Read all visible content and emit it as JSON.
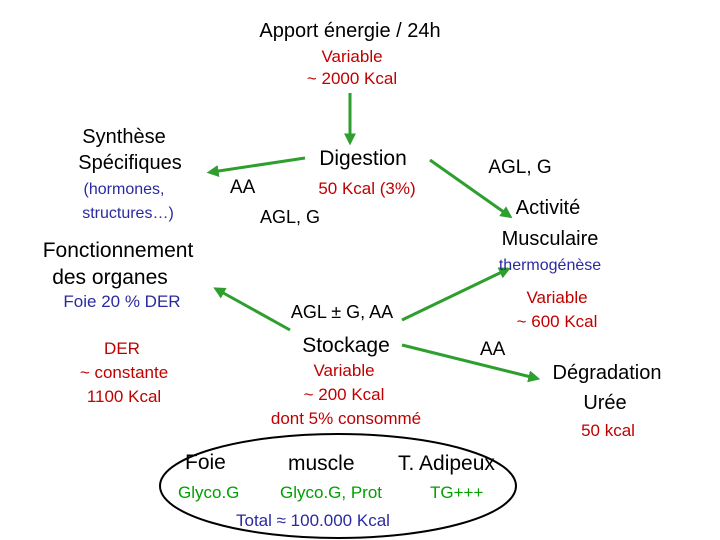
{
  "colors": {
    "text": "#000000",
    "accent_red": "#c00000",
    "accent_green": "#00a000",
    "accent_blue": "#2a2aa0",
    "arrow": "#2e9e2e",
    "reservoir_outline": "#000000"
  },
  "title": "Apport énergie / 24h",
  "intake": {
    "variable": "Variable",
    "amount": "~ 2000 Kcal"
  },
  "synthesis": {
    "title_line1": "Synthèse",
    "title_line2": "Spécifiques",
    "detail_line1": "(hormones,",
    "detail_line2": "structures…)"
  },
  "aa_left": "AA",
  "digestion": {
    "title": "Digestion",
    "cost": "50 Kcal (3%)",
    "products": "AGL, G"
  },
  "agl_g_right": "AGL, G",
  "activity": {
    "title_line1": "Activité",
    "title_line2": "Musculaire",
    "thermogenesis": "thermogénèse",
    "variable": "Variable",
    "amount": "~ 600 Kcal"
  },
  "organs": {
    "title_line1": "Fonctionnement",
    "title_line2": "des organes",
    "liver_share": "Foie 20 % DER"
  },
  "der": {
    "line1": "DER",
    "line2": "~ constante",
    "line3": "1100 Kcal"
  },
  "storage": {
    "inputs": "AGL ± G, AA",
    "title": "Stockage",
    "variable": "Variable",
    "amount": "~ 200 Kcal",
    "consumed": "dont 5% consommé"
  },
  "aa_right": "AA",
  "degradation": {
    "title_line1": "Dégradation",
    "title_line2": "Urée",
    "amount": "50 kcal"
  },
  "reserves": {
    "liver": "Foie",
    "muscle": "muscle",
    "adipose": "T. Adipeux",
    "liver_store": "Glyco.G",
    "muscle_store": "Glyco.G, Prot",
    "adipose_store": "TG+++",
    "total": "Total ≈ 100.000 Kcal"
  }
}
